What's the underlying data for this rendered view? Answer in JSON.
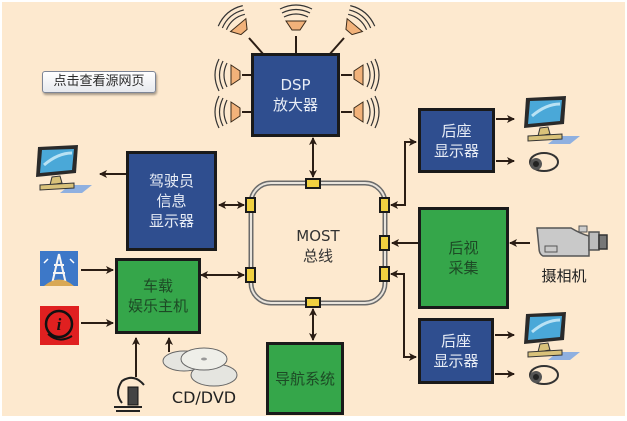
{
  "diagram": {
    "title": "MOST bus in-vehicle infotainment architecture",
    "source_button": "点击查看源网页",
    "bus": {
      "line1": "MOST",
      "line2": "总线"
    },
    "nodes": {
      "dsp": {
        "line1": "DSP",
        "line2": "放大器"
      },
      "driver_display": {
        "line1": "驾驶员",
        "line2": "信息",
        "line3": "显示器"
      },
      "head_unit": {
        "line1": "车载",
        "line2": "娱乐主机"
      },
      "navigation": {
        "line1": "导航系统"
      },
      "rear_display_top": {
        "line1": "后座",
        "line2": "显示器"
      },
      "rear_view": {
        "line1": "后视",
        "line2": "采集"
      },
      "rear_display_bottom": {
        "line1": "后座",
        "line2": "显示器"
      }
    },
    "peripherals": {
      "cd_dvd": "CD/DVD",
      "camera": "摄相机"
    },
    "colors": {
      "background": "#fde9cf",
      "blue_node": "#2f4e8f",
      "green_node": "#35a64a",
      "connector": "#f0d040"
    }
  }
}
